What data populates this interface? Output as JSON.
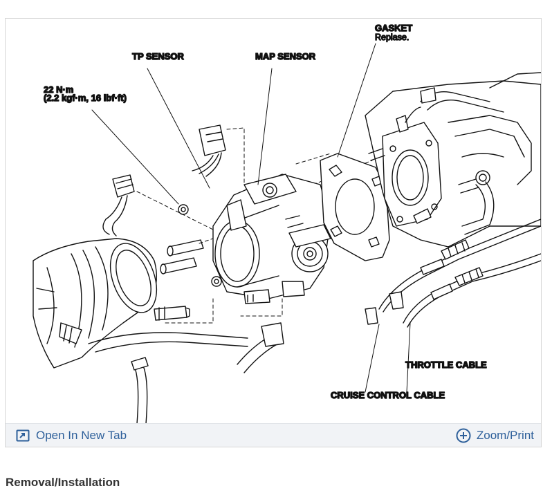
{
  "diagram": {
    "labels": {
      "torque_line1": "22 N·m",
      "torque_line2": "(2.2 kgf·m, 16 lbf·ft)",
      "tp_sensor": "TP SENSOR",
      "map_sensor": "MAP SENSOR",
      "gasket": "GASKET",
      "gasket_note": "Replase.",
      "throttle_cable": "THROTTLE CABLE",
      "cruise_control_cable": "CRUISE CONTROL CABLE"
    }
  },
  "toolbar": {
    "open_new_tab_label": "Open In New Tab",
    "zoom_print_label": "Zoom/Print",
    "accent_color": "#2d5f9a",
    "icons": [
      "open-new-tab-icon",
      "plus-circle-icon"
    ]
  },
  "section": {
    "heading": "Removal/Installation"
  }
}
